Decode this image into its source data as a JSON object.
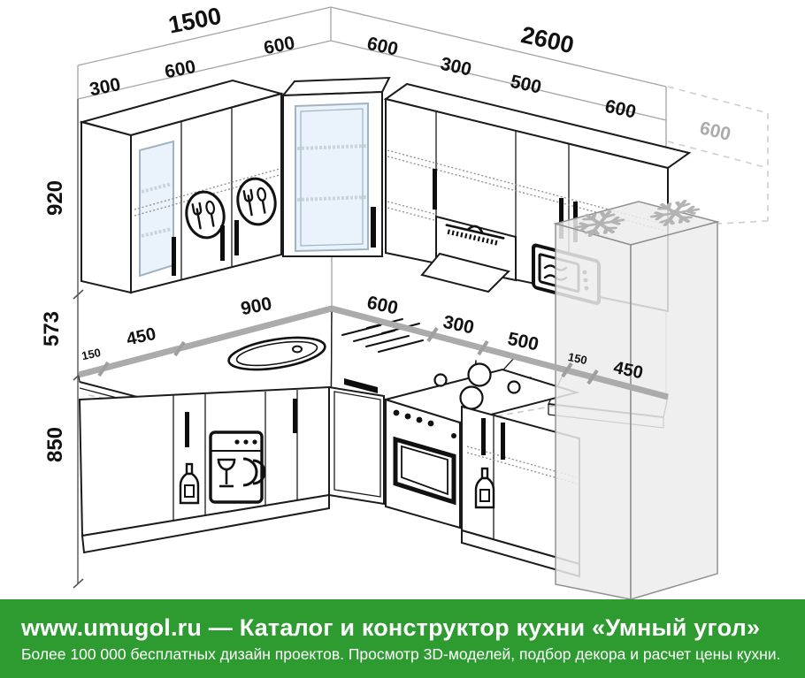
{
  "dims": {
    "left_total": "1500",
    "right_total": "2600"
  },
  "wall": {
    "left": [
      "300",
      "600",
      "600"
    ],
    "right": [
      "600",
      "300",
      "500",
      "600"
    ],
    "fridge_gap": "600"
  },
  "heights": {
    "wall": "920",
    "apron": "573",
    "base": "850"
  },
  "counter": {
    "left": [
      "150",
      "450",
      "900"
    ],
    "right": [
      "600",
      "300",
      "500",
      "150",
      "450"
    ]
  },
  "icons": [
    "cutlery-plate-icon",
    "dish-rack-icon",
    "microwave-icon",
    "snowflake-icon",
    "bottle-icon",
    "dishwasher-icon",
    "sink-icon",
    "cooktop-icon"
  ],
  "colors": {
    "brand_green": "#2e9b31",
    "counter_edge_gray": "#ababab",
    "glass_blue": "#eaf3fb"
  },
  "banner": {
    "line1": "www.umugol.ru — Каталог и конструктор кухни «Умный угол»",
    "line2": "Более 100 000 бесплатных дизайн проектов. Просмотр 3D-моделей, подбор декора и расчет цены кухни."
  }
}
